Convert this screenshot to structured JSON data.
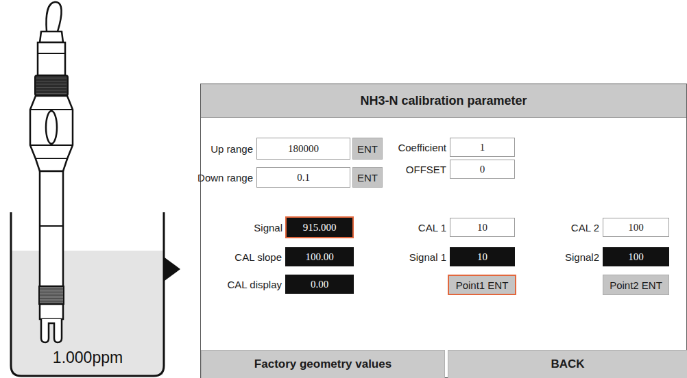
{
  "diagram": {
    "nodes": [
      {
        "text": [
          "NH3-N calibration parameter"
        ]
      },
      {
        "text": [
          "Up range",
          "180000"
        ],
        "in": 0
      },
      {
        "text": [
          "ENT"
        ],
        "in": 0
      },
      {
        "text": [
          "Coefficient",
          "1"
        ],
        "in": 0
      },
      {
        "text": [
          "Down range",
          "0.1"
        ],
        "in": 0
      },
      {
        "text": [
          "ENT"
        ],
        "in": 0
      },
      {
        "text": [
          "OFFSET",
          "0"
        ],
        "in": 0
      },
      {
        "text": [
          "Signal",
          "915.000"
        ],
        "in": 0
      },
      {
        "text": [
          "CAL 1",
          "10"
        ],
        "in": 0
      },
      {
        "text": [
          "CAL 2",
          "100"
        ],
        "in": 0
      },
      {
        "text": [
          "CAL slope",
          "100.00"
        ],
        "in": 0
      },
      {
        "text": [
          "Signal 1",
          "10"
        ],
        "in": 0
      },
      {
        "text": [
          "Signal2",
          "100"
        ],
        "in": 0
      },
      {
        "text": [
          "CAL display",
          "0.00"
        ],
        "in": 0
      },
      {
        "text": [
          "Point1 ENT"
        ],
        "in": 0
      },
      {
        "text": [
          "Point2 ENT"
        ],
        "in": 0
      },
      {
        "text": [
          "Factory geometry values"
        ],
        "in": 0
      },
      {
        "text": [
          "BACK"
        ],
        "in": 0
      }
    ],
    "labels": [
      "1.000ppm"
    ]
  }
}
